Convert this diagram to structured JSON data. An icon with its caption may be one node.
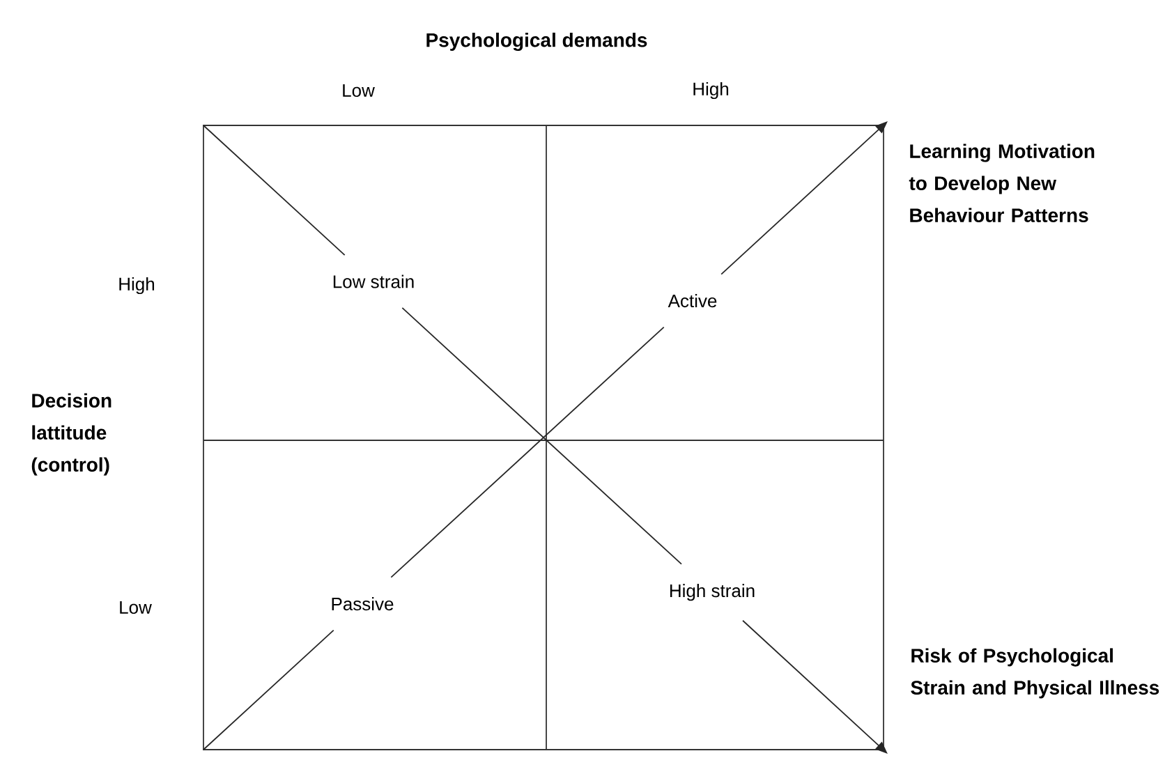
{
  "diagram": {
    "nodes": [
      {
        "text": [
          "Low strain"
        ]
      },
      {
        "text": [
          "Active"
        ]
      },
      {
        "text": [
          "Passive"
        ]
      },
      {
        "text": [
          "High strain"
        ]
      }
    ],
    "edges": [
      {
        "from": null,
        "to": 0,
        "arrow": "none"
      },
      {
        "from": 0,
        "to": 3,
        "arrow": "none"
      },
      {
        "from": 3,
        "to": null,
        "arrow": "to"
      },
      {
        "from": null,
        "to": 2,
        "arrow": "none"
      },
      {
        "from": 2,
        "to": 1,
        "arrow": "none"
      },
      {
        "from": 1,
        "to": null,
        "arrow": "to"
      }
    ],
    "labels": [
      "Psychological demands",
      "Low",
      "High",
      "Learning Motivation to Develop New Behaviour Patterns",
      "High",
      "Decision lattitude (control)",
      "Low",
      "Risk of Psychological Strain and Physical Illness"
    ]
  }
}
